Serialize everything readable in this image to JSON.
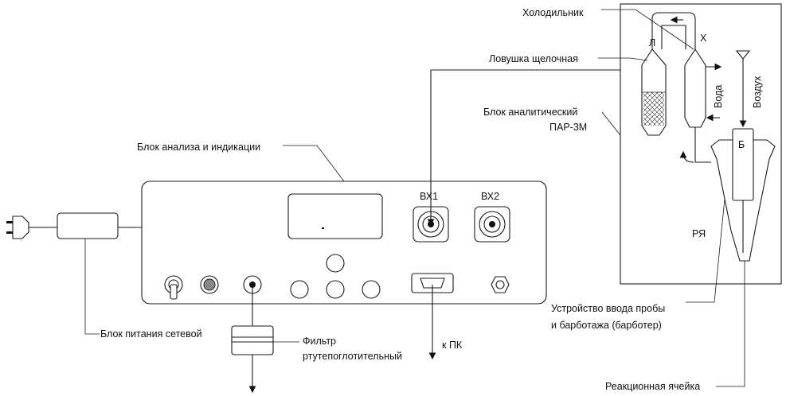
{
  "labels": {
    "holodilnik": "Холодильник",
    "lovushka": "Ловушка щелочная",
    "blok_analit_1": "Блок аналитический",
    "blok_analit_2": "ПАР-3М",
    "blok_analiza": "Блок анализа и индикации",
    "vx1": "ВХ1",
    "vx2": "ВХ2",
    "blok_pitaniya": "Блок питания сетевой",
    "filtr_1": "Фильтр",
    "filtr_2": "ртутепоглотительный",
    "k_pk": "к ПК",
    "ustroistvo_1": "Устройство ввода пробы",
    "ustroistvo_2": "и барботажа (барботер)",
    "reak_yacheika": "Реакционная ячейка",
    "voda": "Вода",
    "vozduh": "Воздух",
    "l": "Л",
    "x": "Х",
    "b": "Б",
    "rya": "РЯ"
  }
}
